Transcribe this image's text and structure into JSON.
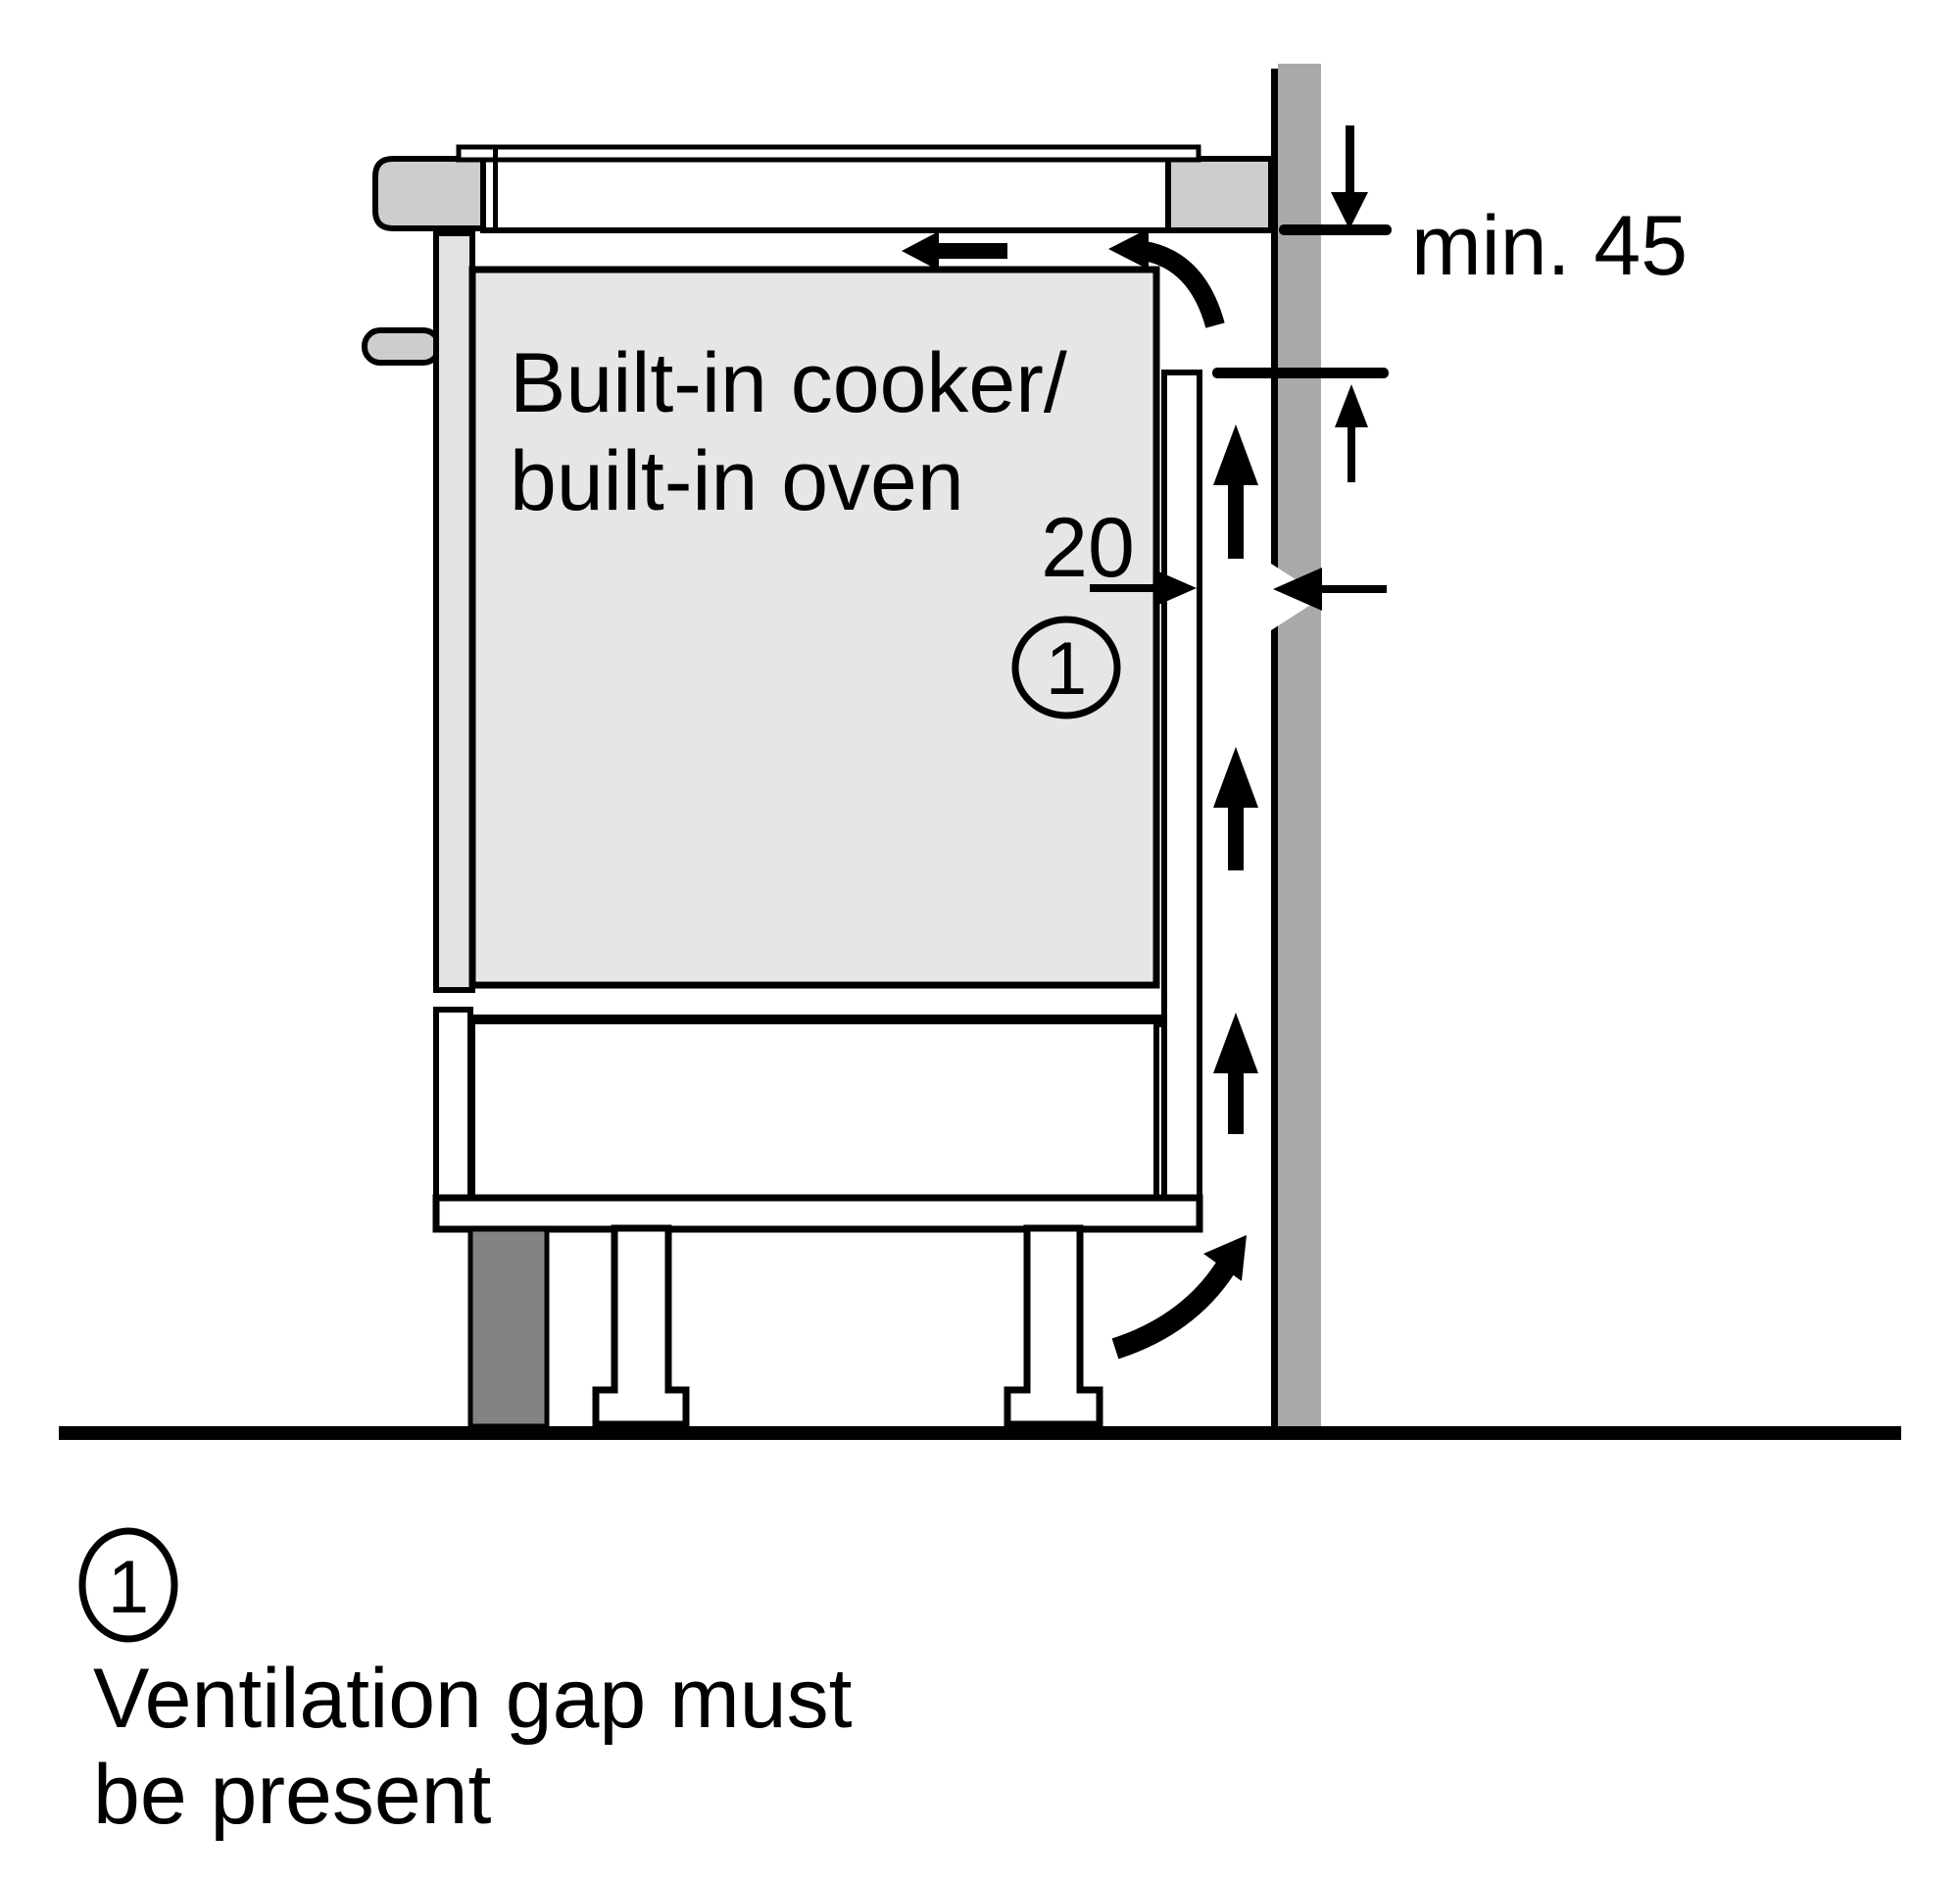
{
  "colors": {
    "wall": "#a9a9a9",
    "plinth": "#838383",
    "appliance": "#e6e6e6",
    "cabinet_panel": "#e3e3e3",
    "trim": "#cdcdcd",
    "ink": "#000000",
    "background": "#ffffff"
  },
  "diagram": {
    "appliance_label": {
      "line1": "Built-in cooker/",
      "line2": "built-in oven"
    },
    "dimensions": {
      "top_clearance": "min. 45",
      "ventilation_gap": "20"
    },
    "callout": {
      "number": "1"
    },
    "legend": {
      "number": "1",
      "text_line1": "Ventilation gap must",
      "text_line2": "be present"
    }
  }
}
